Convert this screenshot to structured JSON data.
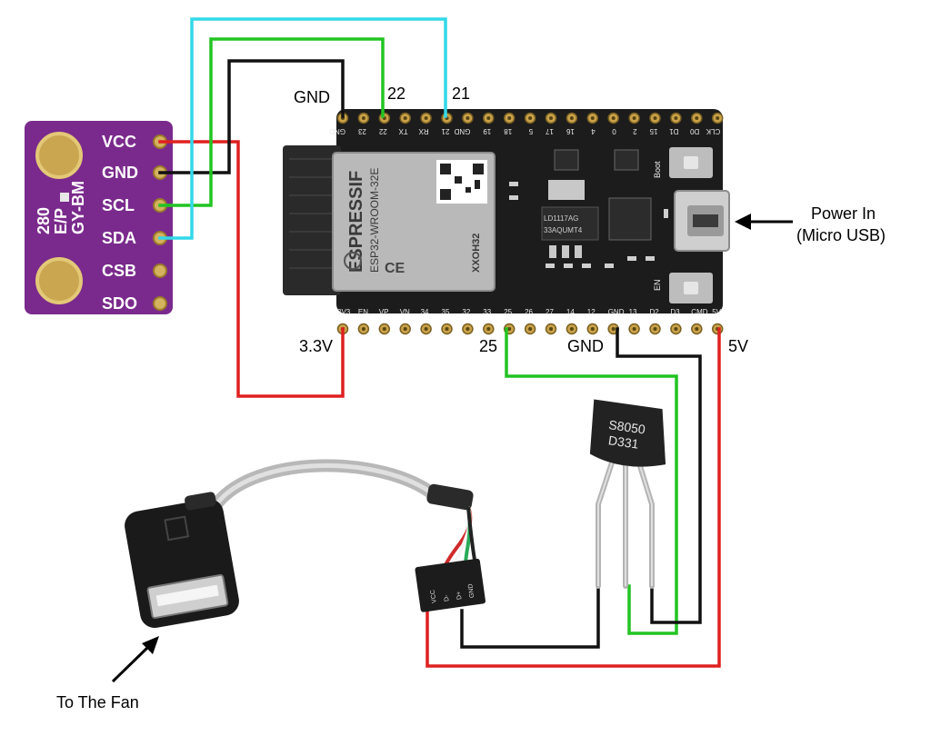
{
  "colors": {
    "wire_red": "#e02020",
    "wire_green": "#22c422",
    "wire_cyan": "#32d8e8",
    "wire_black": "#111111",
    "sensor_board": "#7a2a8c",
    "esp_board": "#1c1c1c",
    "background": "#ffffff"
  },
  "sensor": {
    "model_line1": "GY-BM",
    "model_line2": "E/P",
    "model_line3": "280",
    "pins": [
      "VCC",
      "GND",
      "SCL",
      "SDA",
      "CSB",
      "SDO"
    ]
  },
  "esp32": {
    "brand": "ESPRESSIF",
    "module": "ESP32-WROOM-32E",
    "fcc": "XXOH32",
    "regulator_line1": "LD1117AG",
    "regulator_line2": "33AQUMT4",
    "top_pins": [
      "GND",
      "23",
      "22",
      "TX",
      "RX",
      "21",
      "GND",
      "19",
      "18",
      "5",
      "17",
      "16",
      "4",
      "0",
      "2",
      "15",
      "D1",
      "D0",
      "CLK"
    ],
    "bottom_pins": [
      "3V3",
      "EN",
      "VP",
      "VN",
      "34",
      "35",
      "32",
      "33",
      "25",
      "26",
      "27",
      "14",
      "12",
      "GND",
      "13",
      "D2",
      "D3",
      "CMD",
      "5V"
    ],
    "boot_label": "Boot",
    "en_label": "EN"
  },
  "transistor": {
    "line1": "S8050",
    "line2": "D331"
  },
  "usb_header": [
    "VCC",
    "D-",
    "D+",
    "GND"
  ],
  "labels": {
    "gnd_top": "GND",
    "pin22": "22",
    "pin21": "21",
    "v33": "3.3V",
    "pin25": "25",
    "gnd_bottom": "GND",
    "v5": "5V",
    "power_line1": "Power In",
    "power_line2": "(Micro USB)",
    "to_fan": "To The Fan"
  }
}
